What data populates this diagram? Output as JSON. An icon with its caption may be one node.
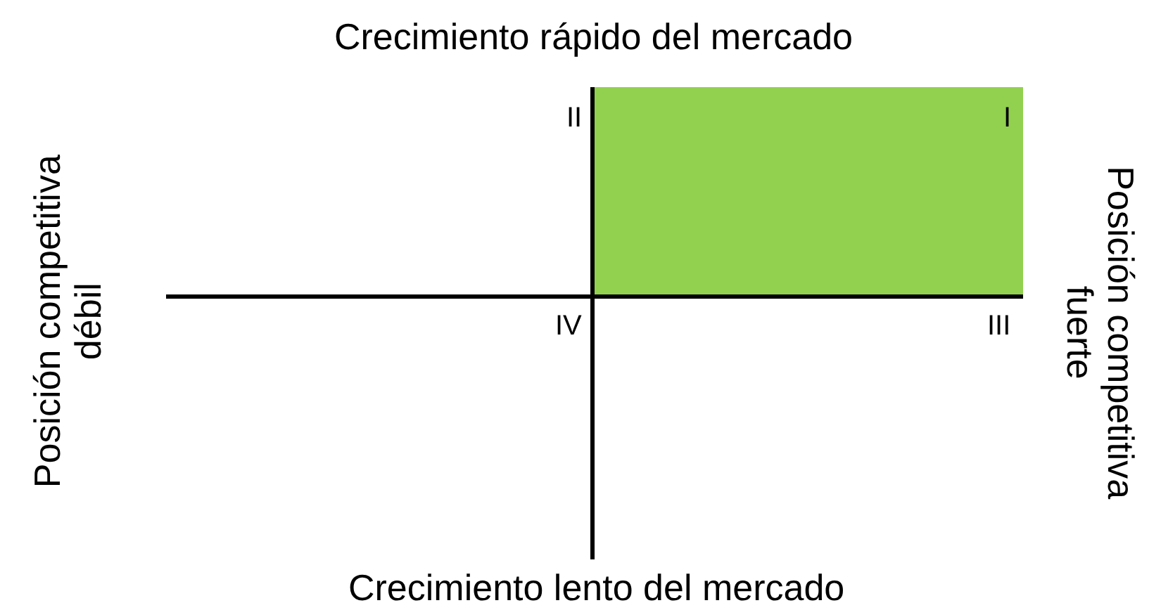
{
  "diagram": {
    "nodes": [
      {
        "text": [],
        "shape": "box"
      }
    ],
    "labels": [
      "Crecimiento rápido del mercado",
      "II",
      "I",
      "Posición competitiva débil",
      "Posición competitiva fuerte",
      "IV",
      "III",
      "Crecimiento lento del mercado"
    ]
  }
}
